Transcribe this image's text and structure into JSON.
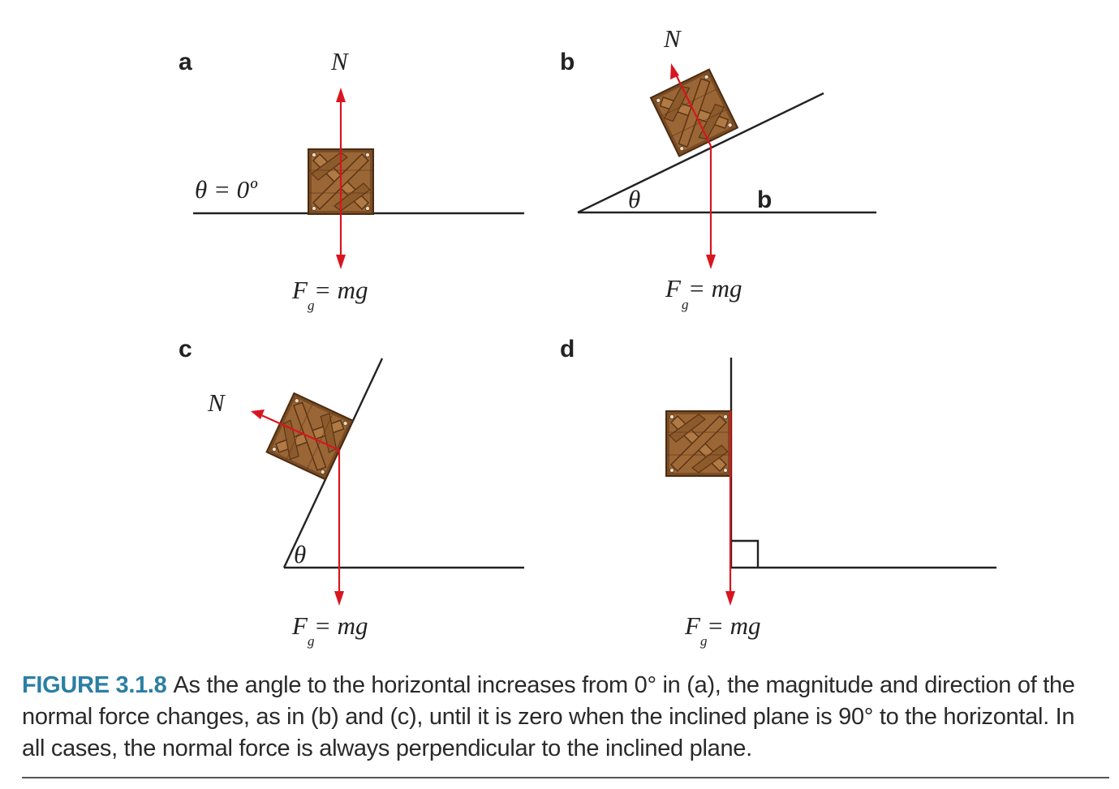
{
  "panels": {
    "a": {
      "letter": "a",
      "normal": "N",
      "angle": "θ = 0º",
      "weight": "F",
      "weight_sub": "g",
      "weight_eq": " = mg"
    },
    "b": {
      "letter": "b",
      "normal": "N",
      "angle": "θ",
      "extra_label": "b",
      "weight": "F",
      "weight_sub": "g",
      "weight_eq": " = mg"
    },
    "c": {
      "letter": "c",
      "normal": "N",
      "angle": "θ",
      "weight": "F",
      "weight_sub": "g",
      "weight_eq": " = mg"
    },
    "d": {
      "letter": "d",
      "weight": "F",
      "weight_sub": "g",
      "weight_eq": " = mg"
    }
  },
  "caption": {
    "label": "FIGURE 3.1.8",
    "text": "As the angle to the horizontal increases from 0° in (a), the magnitude and direction of the normal force changes, as in (b) and (c), until it is zero when the inclined plane is 90° to the horizontal. In all cases, the normal force is always perpendicular to the inclined plane."
  },
  "colors": {
    "force": "#d8161f",
    "caption_label": "#2b7fa3",
    "crate": "#8a5a2e"
  }
}
